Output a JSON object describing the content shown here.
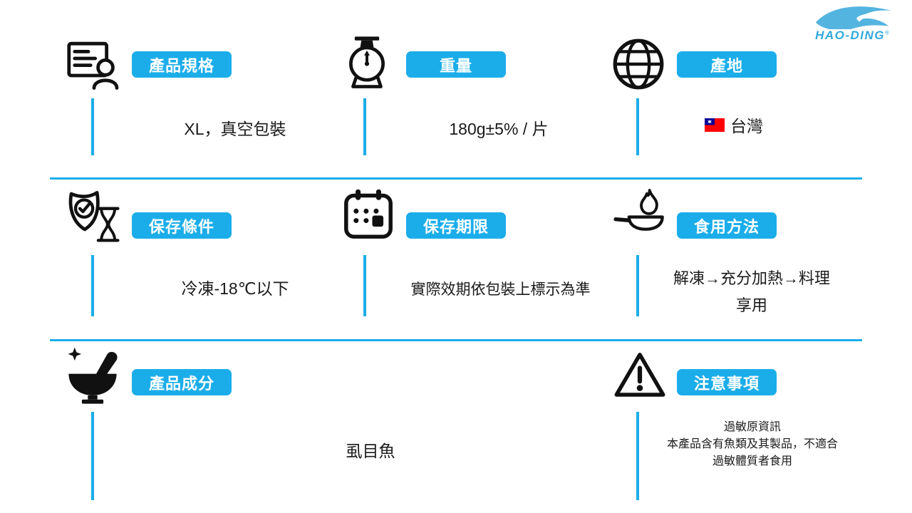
{
  "theme": {
    "accent": "#1badea",
    "icon_color": "#111111",
    "text_color": "#1a1a1a",
    "logo_color": "#2fa8dc",
    "flag_red": "#fe0000",
    "flag_blue": "#000095"
  },
  "brand": {
    "name": "HAO-DING",
    "registered": "®"
  },
  "sections": [
    {
      "label": "產品規格",
      "icon": "spec-sheet-icon",
      "value_lines": [
        "XL，真空包裝"
      ]
    },
    {
      "label": "重量",
      "icon": "scale-icon",
      "value_lines": [
        "180g±5% / 片"
      ]
    },
    {
      "label": "產地",
      "icon": "globe-icon",
      "flag": "taiwan-flag",
      "value_lines": [
        "台灣"
      ]
    },
    {
      "label": "保存條件",
      "icon": "shield-check-hourglass-icon",
      "value_lines": [
        "冷凍-18℃以下"
      ]
    },
    {
      "label": "保存期限",
      "icon": "calendar-icon",
      "value_lines": [
        "實際效期依包裝上標示為準"
      ]
    },
    {
      "label": "食用方法",
      "icon": "pan-fire-icon",
      "value_lines": [
        "解凍→充分加熱→料理",
        "享用"
      ]
    },
    {
      "label": "產品成分",
      "icon": "mortar-pestle-icon",
      "value_lines": [
        "虱目魚"
      ]
    },
    {
      "label": "注意事項",
      "icon": "warning-icon",
      "value_lines": [
        "過敏原資訊",
        "本產品含有魚類及其製品，不適合",
        "過敏體質者食用"
      ]
    }
  ]
}
